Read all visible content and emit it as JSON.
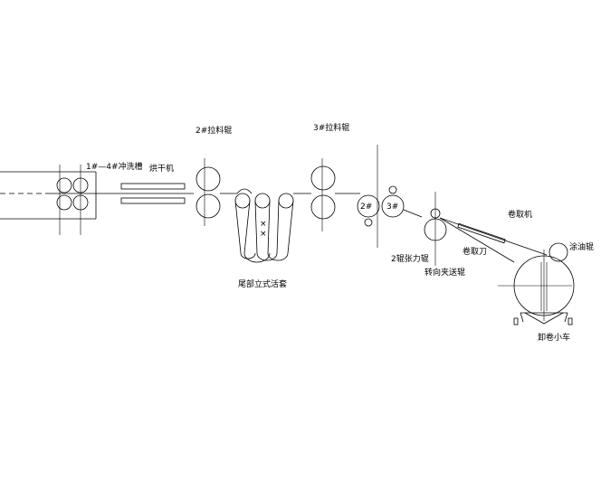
{
  "labels": {
    "washing_tanks": "1#—4#冲洗槽",
    "dryer": "烘干机",
    "pull_roll_2": "2#拉料辊",
    "pull_roll_3": "3#拉料辊",
    "roll_2": "2#",
    "roll_3": "3#",
    "tension_roll_2": "2辊张力辊",
    "steering_pinch_roll": "转向夹送辊",
    "coiler": "卷取机",
    "shear": "卷取刀",
    "oiling_roll": "涂油辊",
    "tail_looper": "尾部立式活套",
    "unloading_car": "卸卷小车"
  }
}
